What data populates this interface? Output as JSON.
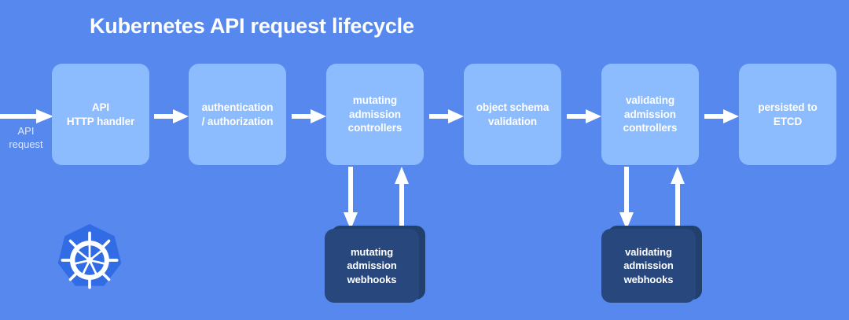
{
  "diagram": {
    "title": "Kubernetes API request lifecycle",
    "background_color": "#5688ee",
    "stage_box_color": "#8cbcfd",
    "webhook_box_color": "#27477d",
    "arrow_color": "#ffffff",
    "entry_caption": "API\nrequest",
    "logo_name": "kubernetes-logo",
    "stages": [
      {
        "id": "api-http-handler",
        "label": "API\nHTTP handler"
      },
      {
        "id": "authentication-authorization",
        "label": "authentication\n/ authorization"
      },
      {
        "id": "mutating-admission-controllers",
        "label": "mutating\nadmission\ncontrollers"
      },
      {
        "id": "object-schema-validation",
        "label": "object schema\nvalidation"
      },
      {
        "id": "validating-admission-controllers",
        "label": "validating\nadmission\ncontrollers"
      },
      {
        "id": "persisted-to-etcd",
        "label": "persisted to\nETCD"
      }
    ],
    "webhooks": [
      {
        "id": "mutating-admission-webhooks",
        "label": "mutating\nadmission\nwebhooks"
      },
      {
        "id": "validating-admission-webhooks",
        "label": "validating\nadmission\nwebhooks"
      }
    ]
  }
}
